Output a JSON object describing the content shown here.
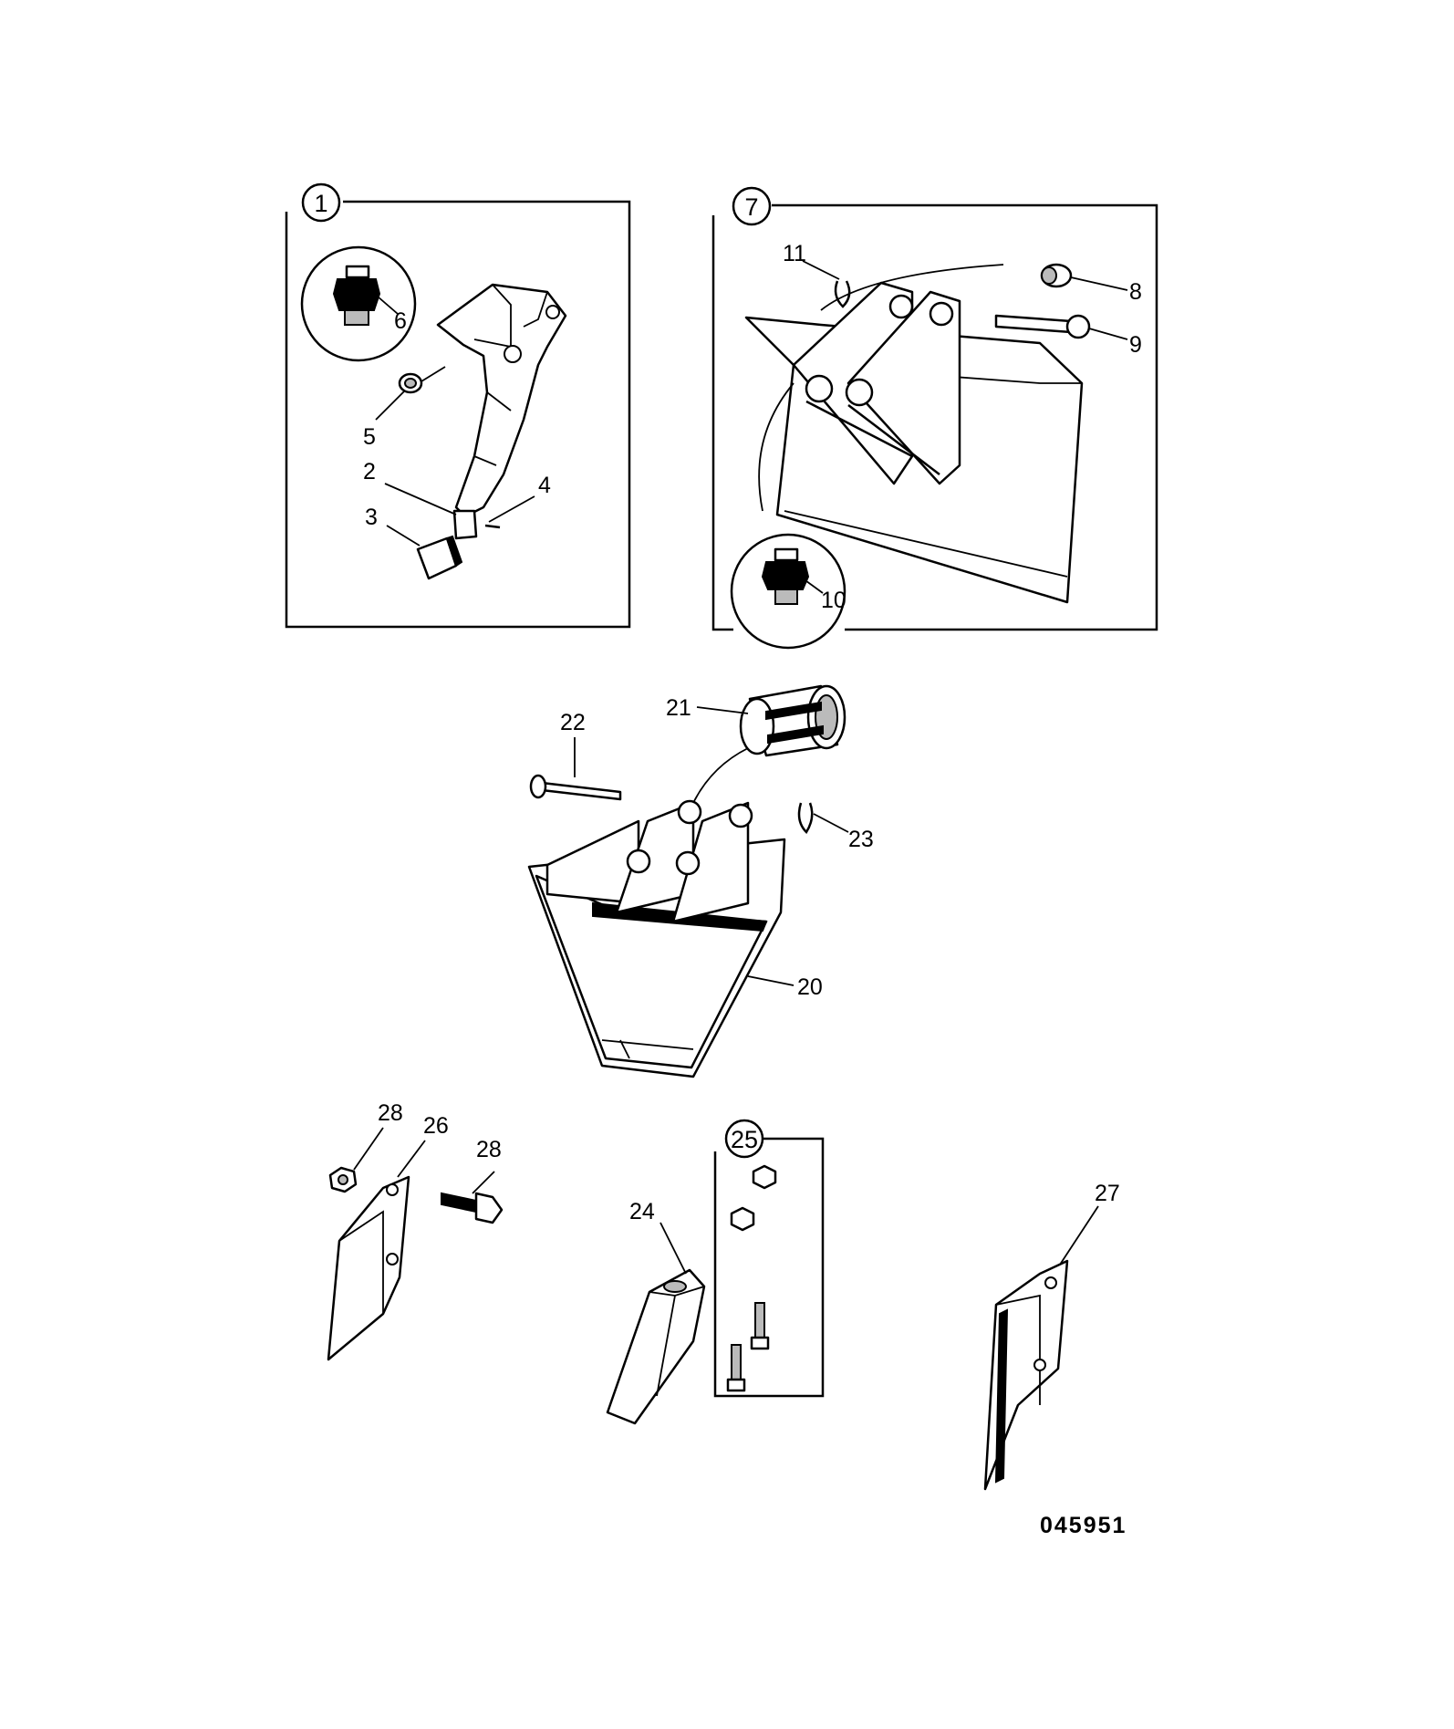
{
  "panels": {
    "ripper": {
      "number": "1"
    },
    "bucket_pins": {
      "number": "7"
    },
    "tooth_kit": {
      "number": "25"
    }
  },
  "callouts": {
    "c2": "2",
    "c3": "3",
    "c4": "4",
    "c5": "5",
    "c6": "6",
    "c8": "8",
    "c9": "9",
    "c10": "10",
    "c11": "11",
    "c20": "20",
    "c21": "21",
    "c22": "22",
    "c23": "23",
    "c24": "24",
    "c26": "26",
    "c27": "27",
    "c28a": "28",
    "c28b": "28"
  },
  "drawing_number": "045951"
}
